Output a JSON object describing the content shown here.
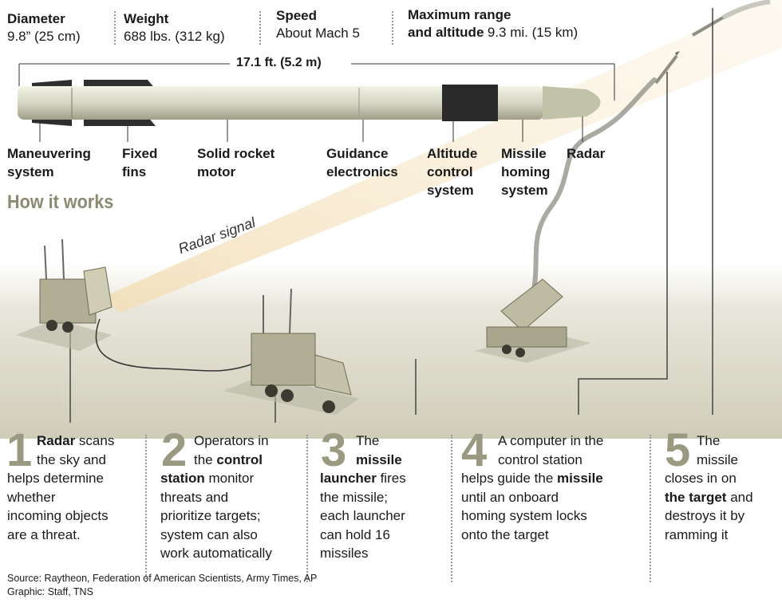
{
  "specs": [
    {
      "label": "Diameter",
      "value": "9.8” (25 cm)"
    },
    {
      "label": "Weight",
      "value": "688 lbs. (312 kg)"
    },
    {
      "label": "Speed",
      "value": "About Mach 5"
    },
    {
      "label_line1": "Maximum range",
      "label_line2": "and altitude",
      "value": "9.3 mi. (15 km)"
    }
  ],
  "length_label": "17.1 ft. (5.2 m)",
  "parts": [
    {
      "line1": "Maneuvering",
      "line2": "system"
    },
    {
      "line1": "Fixed",
      "line2": "fins"
    },
    {
      "line1": "Solid rocket",
      "line2": "motor"
    },
    {
      "line1": "Guidance",
      "line2": "electronics"
    },
    {
      "line1": "Altitude",
      "line2": "control",
      "line3": "system"
    },
    {
      "line1": "Missile",
      "line2": "homing",
      "line3": "system"
    },
    {
      "line1": "Radar"
    }
  ],
  "how_it_works": "How it works",
  "radar_signal": "Radar signal",
  "steps": [
    {
      "num": "1",
      "l1a": "Radar",
      "l1b": " scans",
      "l2": "the sky and",
      "l3": "helps determine",
      "l4": "whether",
      "l5": "incoming objects",
      "l6": "are a threat."
    },
    {
      "num": "2",
      "l1": "Operators in",
      "l2a": "the ",
      "l2b": "control",
      "l3a": "station",
      "l3b": " monitor",
      "l4": "threats and",
      "l5": "prioritize targets;",
      "l6": "system can also",
      "l7": "work automatically"
    },
    {
      "num": "3",
      "l1": "The",
      "l2": "missile",
      "l3a": "launcher",
      "l3b": " fires",
      "l4": "the missile;",
      "l5": "each launcher",
      "l6": "can hold 16",
      "l7": "missiles"
    },
    {
      "num": "4",
      "l1": "A computer in the",
      "l2": "control station",
      "l3a": "helps guide the ",
      "l3b": "missile",
      "l4": "until an onboard",
      "l5": "homing system locks",
      "l6": "onto the target"
    },
    {
      "num": "5",
      "l1": "The",
      "l2": "missile",
      "l3": "closes in on",
      "l4a": "the target",
      "l4b": " and",
      "l5": "destroys it by",
      "l6": "ramming it"
    }
  ],
  "footer": {
    "source": "Source: Raytheon, Federation of American Scientists, Army Times, AP",
    "graphic": "Graphic: Staff, TNS"
  },
  "colors": {
    "sand": "#d9d6c4",
    "olive": "#9a9a82",
    "beam": "#f4e3c4"
  }
}
